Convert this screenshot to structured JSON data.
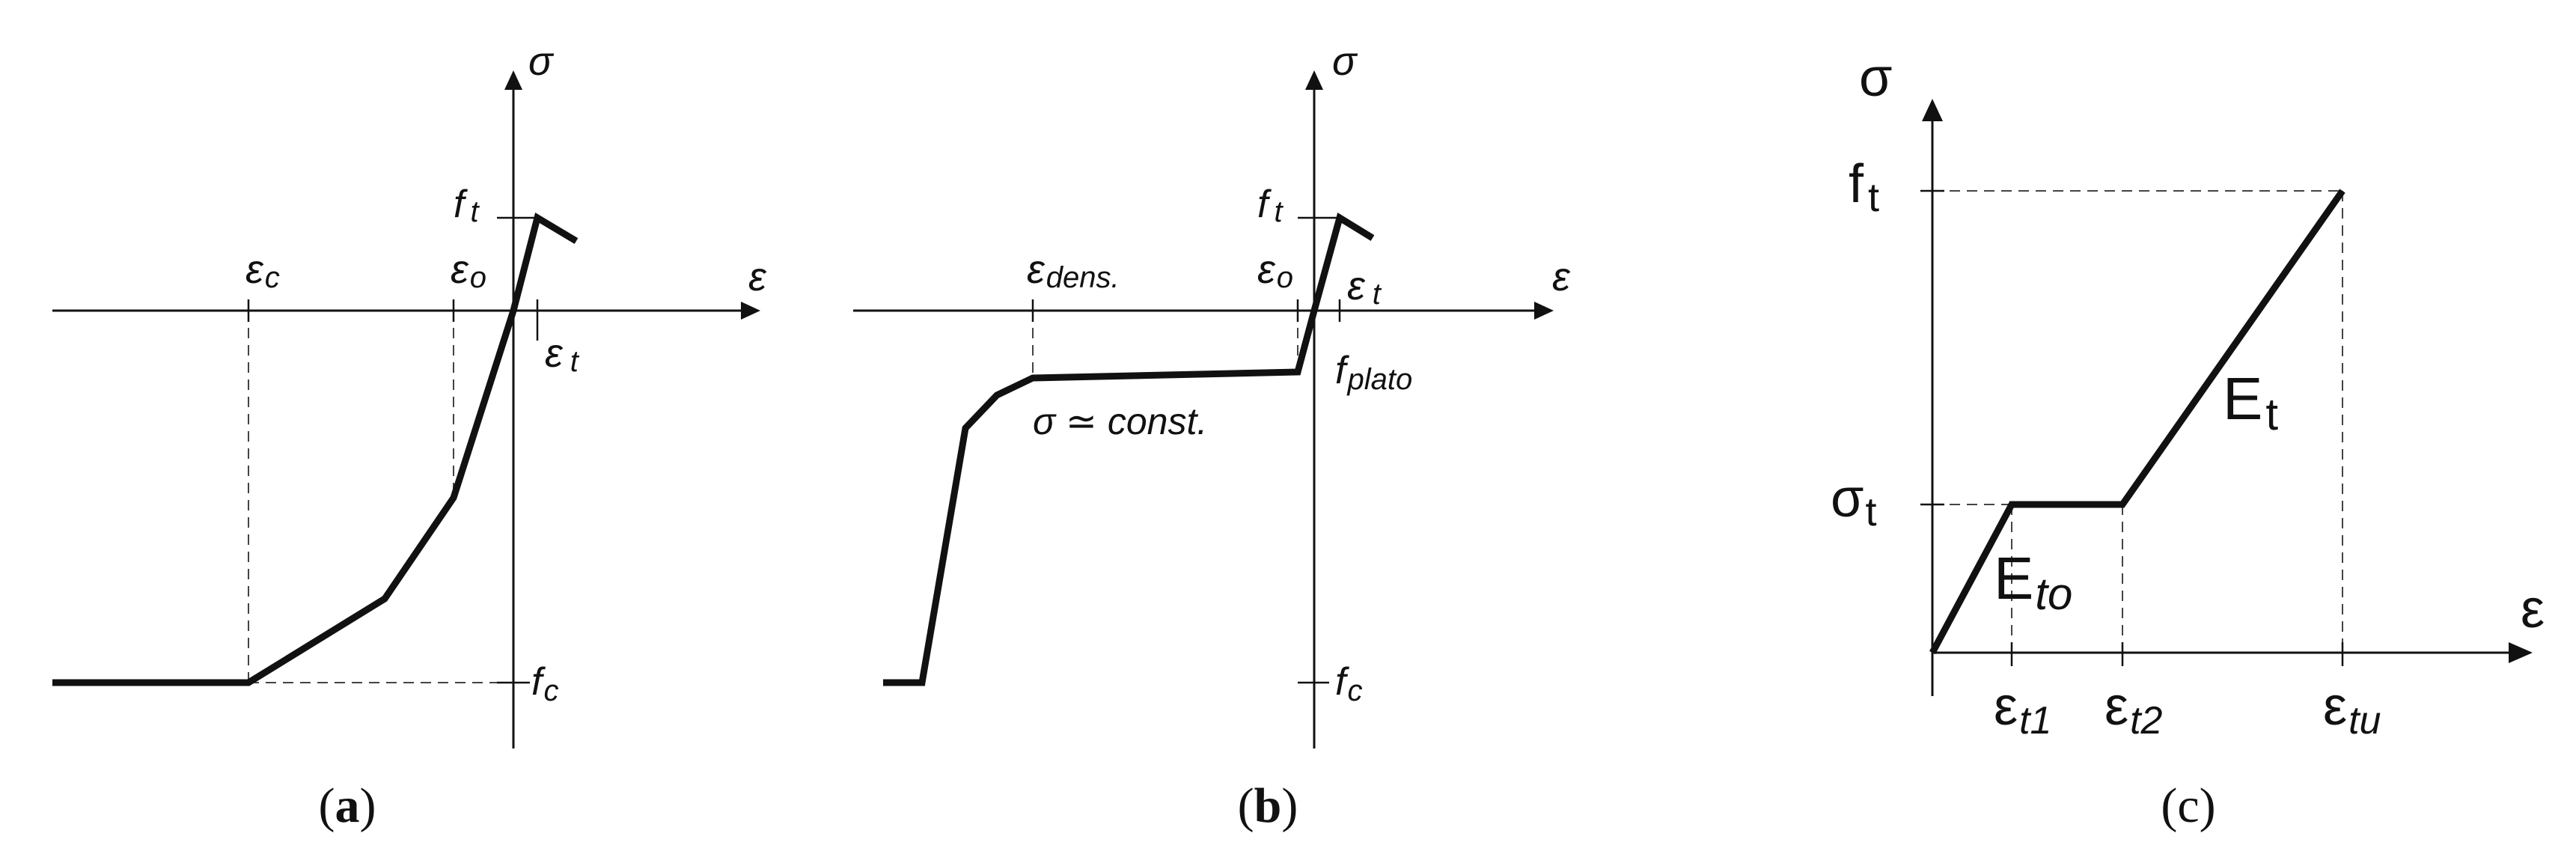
{
  "colors": {
    "ink": "#111111",
    "guide": "#444444",
    "background": "#ffffff"
  },
  "panel_a": {
    "caption": {
      "open": "(",
      "letter": "a",
      "close": ")"
    },
    "axis_y": {
      "main": "σ"
    },
    "axis_x": {
      "main": "ε"
    },
    "labels": {
      "ft": {
        "main": "f",
        "sub": "t"
      },
      "fc": {
        "main": "f",
        "sub": "c"
      },
      "eps_c": {
        "main": "ε",
        "sub": "c"
      },
      "eps_o": {
        "main": "ε",
        "sub": "o"
      },
      "eps_t": {
        "main": "ε",
        "sub": "t"
      }
    }
  },
  "panel_b": {
    "caption": {
      "open": "(",
      "letter": "b",
      "close": ")"
    },
    "axis_y": {
      "main": "σ"
    },
    "axis_x": {
      "main": "ε"
    },
    "labels": {
      "ft": {
        "main": "f",
        "sub": "t"
      },
      "fc": {
        "main": "f",
        "sub": "c"
      },
      "fplato": {
        "main": "f",
        "sub": "plato"
      },
      "eps_dens": {
        "main": "ε",
        "sub": "dens."
      },
      "eps_o": {
        "main": "ε",
        "sub": "o"
      },
      "eps_t": {
        "main": "ε",
        "sub": "t"
      }
    },
    "annotation": "σ ≃ const."
  },
  "panel_c": {
    "caption": {
      "open": "(",
      "letter": "c",
      "close": ")"
    },
    "axis_y": {
      "main": "σ"
    },
    "axis_x": {
      "main": "ε"
    },
    "labels": {
      "ft": {
        "main": "f",
        "sub": "t"
      },
      "sigma_t": {
        "main": "σ",
        "sub": "t"
      },
      "eps_t1": {
        "main": "ε",
        "sub": "t1"
      },
      "eps_t2": {
        "main": "ε",
        "sub": "t2"
      },
      "eps_tu": {
        "main": "ε",
        "sub": "tu"
      },
      "E_t": {
        "main": "E",
        "sub": "t"
      },
      "E_to": {
        "main": "E",
        "sub": "to"
      }
    }
  }
}
